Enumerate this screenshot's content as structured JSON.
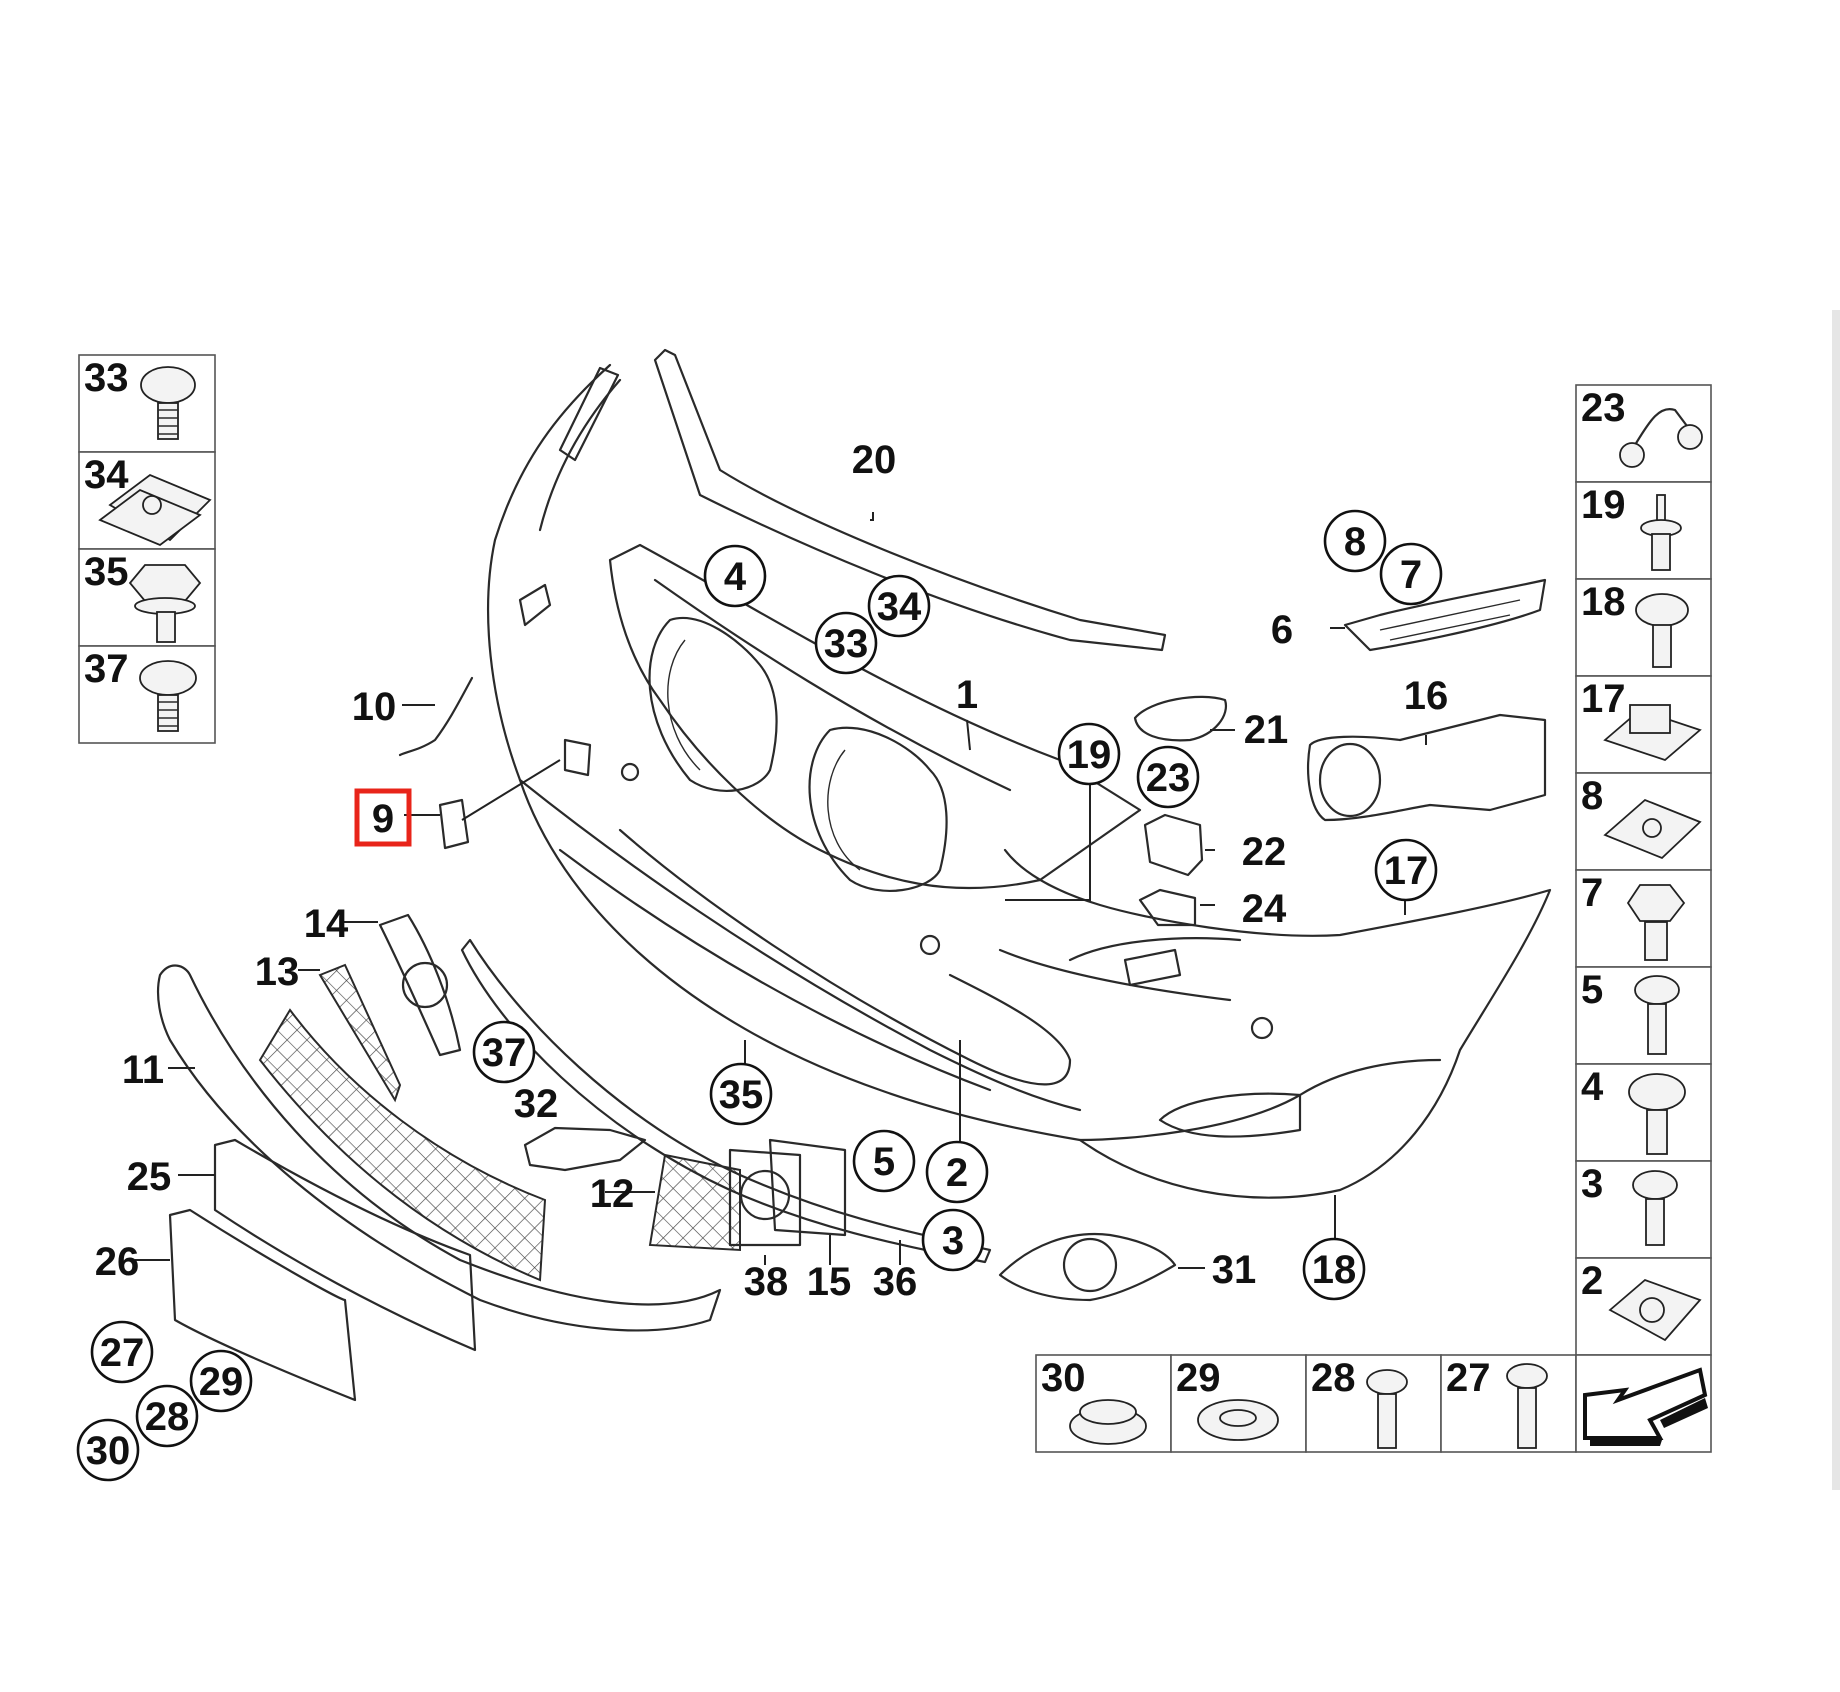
{
  "diagram": {
    "highlighted_part": "9",
    "left_panel_items": [
      "33",
      "34",
      "35",
      "37"
    ],
    "right_panel_items": [
      "23",
      "19",
      "18",
      "17",
      "8",
      "7",
      "5",
      "4",
      "3",
      "2"
    ],
    "bottom_panel_items": [
      "30",
      "29",
      "28",
      "27"
    ],
    "plain_labels": [
      "20",
      "6",
      "1",
      "10",
      "16",
      "21",
      "9",
      "22",
      "24",
      "14",
      "13",
      "11",
      "32",
      "25",
      "12",
      "26",
      "38",
      "15",
      "36",
      "31"
    ],
    "circled_labels": [
      "8",
      "7",
      "4",
      "34",
      "33",
      "19",
      "23",
      "17",
      "37",
      "35",
      "5",
      "2",
      "3",
      "18",
      "27",
      "29",
      "28",
      "30"
    ]
  },
  "colors": {
    "highlight": "#e8241a",
    "line": "#2a2a2a"
  }
}
